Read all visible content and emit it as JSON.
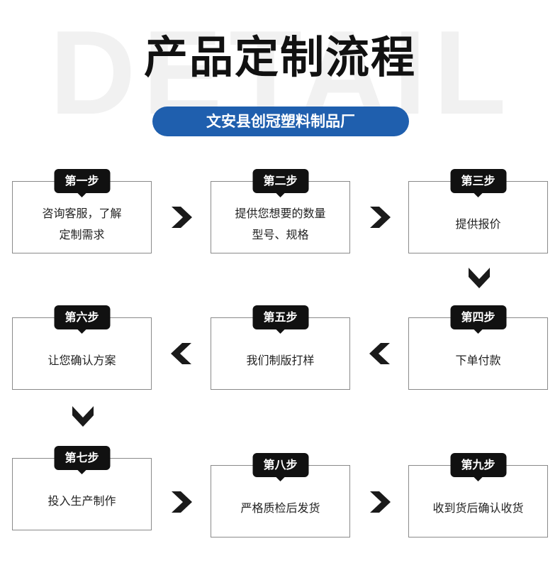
{
  "watermark": "DETAIL",
  "title": "产品定制流程",
  "subtitle": "文安县创冠塑料制品厂",
  "steps": [
    {
      "badge": "第一步",
      "text": "咨询客服，了解\n定制需求"
    },
    {
      "badge": "第二步",
      "text": "提供您想要的数量\n型号、规格"
    },
    {
      "badge": "第三步",
      "text": "提供报价"
    },
    {
      "badge": "第四步",
      "text": "下单付款"
    },
    {
      "badge": "第五步",
      "text": "我们制版打样"
    },
    {
      "badge": "第六步",
      "text": "让您确认方案"
    },
    {
      "badge": "第七步",
      "text": "投入生产制作"
    },
    {
      "badge": "第八步",
      "text": "严格质检后发货"
    },
    {
      "badge": "第九步",
      "text": "收到货后确认收货"
    }
  ],
  "arrow_icons": {
    "right": "chevron-right-icon",
    "left": "chevron-left-icon",
    "down": "chevron-down-icon"
  },
  "colors": {
    "pill_background": "#1f5fae",
    "badge_background": "#111111",
    "border": "#8a8a8a",
    "watermark": "#f1f1f1"
  }
}
